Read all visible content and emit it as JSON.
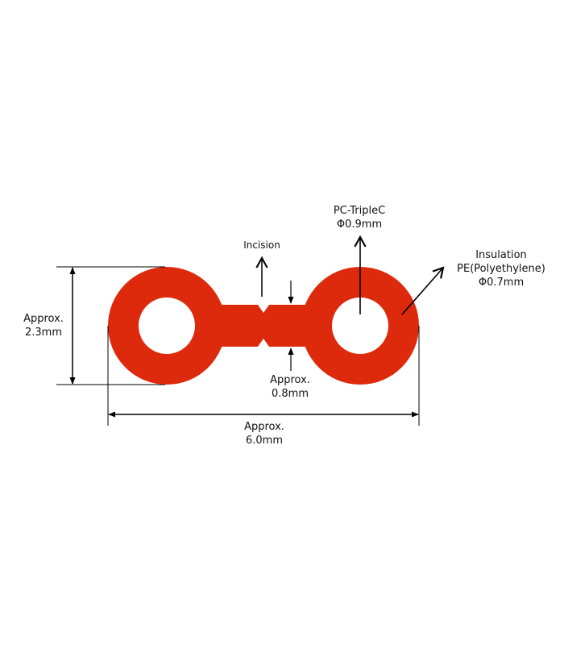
{
  "labels": {
    "conductor": {
      "line1": "PC-TripleC",
      "line2": "Φ0.9mm"
    },
    "insulation": {
      "line1": "Insulation",
      "line2": "PE(Polyethylene)",
      "line3": "Φ0.7mm"
    },
    "incision": "Incision",
    "height": {
      "line1": "Approx.",
      "line2": "2.3mm"
    },
    "web": {
      "line1": "Approx.",
      "line2": "0.8mm"
    },
    "width": {
      "line1": "Approx.",
      "line2": "6.0mm"
    }
  },
  "colors": {
    "insulation_fill": "#dd2a0c",
    "conductor_hole": "#ffffff",
    "lines": "#000000"
  }
}
